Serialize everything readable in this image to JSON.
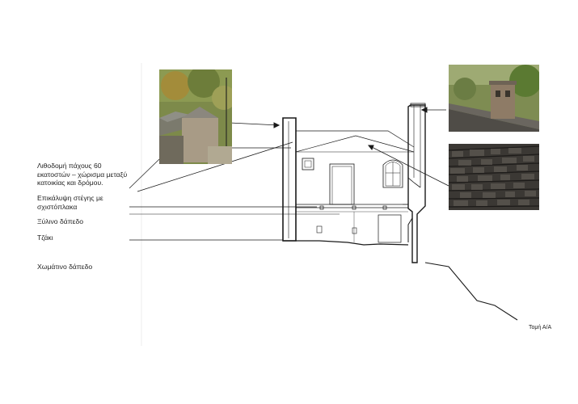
{
  "labels": {
    "stone_wall": [
      "Λιθοδομή πάχους 60",
      "εκατοστών – χώρισμα μεταξύ",
      "κατοικίας και δρόμου."
    ],
    "roof_cover_1": "Επικάλυψη στέγης με",
    "roof_cover_2": "σχιστόπλακα",
    "wood_floor": "Ξύλινο δάπεδο",
    "fireplace": "Τζάκι",
    "earth_floor": "Χωμάτινο δάπεδο"
  },
  "section_caption": "Τομή Α/Α",
  "photos": [
    {
      "name": "stone-house-photo",
      "subject": "stone wall with slate roof"
    },
    {
      "name": "chimney-photo",
      "subject": "stone chimney on slate roof"
    },
    {
      "name": "slate-roof-photo",
      "subject": "slate roof tiles close-up"
    }
  ],
  "colors": {
    "line": "#1a1a1a",
    "spellcheck": "#dd2222"
  }
}
